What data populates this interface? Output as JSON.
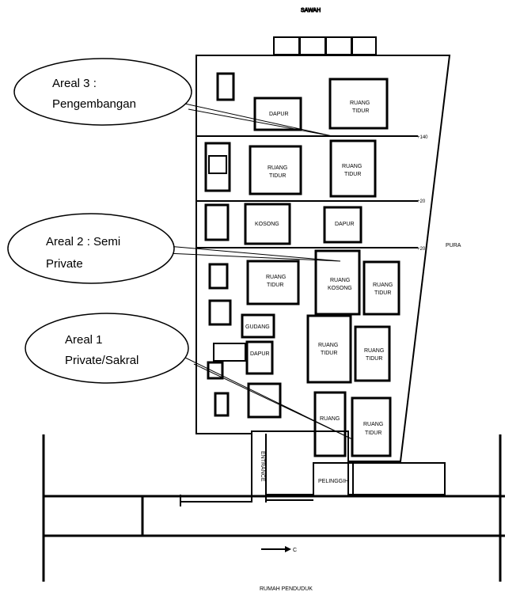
{
  "labels": {
    "top": "SAWAH",
    "bottom": "RUMAH PENDUDUK",
    "right": "PURA",
    "entrance": "ENTRANCE",
    "north_arrow": "C"
  },
  "levels": {
    "level_1": "+140",
    "level_2": "+20",
    "level_3": "+20"
  },
  "rooms": {
    "dapur_top": "DAPUR",
    "ruang_tidur_top_label": "RUANG",
    "ruang_tidur_top_label2": "TIDUR",
    "ruang_tidur_2a": "RUANG",
    "ruang_tidur_2b": "TIDUR",
    "ruang_tidur_3a": "RUANG",
    "ruang_tidur_3b": "TIDUR",
    "kosong_1": "KOSONG",
    "dapur_2": "DAPUR",
    "ruang_tidur_4a": "RUANG",
    "ruang_tidur_4b": "TIDUR",
    "ruang_kosong_a": "RUANG",
    "ruang_kosong_b": "KOSONG",
    "ruang_tidur_5a": "RUANG",
    "ruang_tidur_5b": "TIDUR",
    "gudang": "GUDANG",
    "ruang_tidur_6a": "RUANG",
    "ruang_tidur_6b": "TIDUR",
    "ruang_tidur_7a": "RUANG",
    "ruang_tidur_7b": "TIDUR",
    "dapur_3": "DAPUR",
    "ruang_8a": "RUANG",
    "ruang_tidur_9a": "RUANG",
    "ruang_tidur_9b": "TIDUR",
    "pelinggih": "PELINGGIH"
  },
  "callouts": {
    "areal_3_line1": "Areal  3 :",
    "areal_3_line2": "Pengembangan",
    "areal_2_line1": "Areal 2 : Semi",
    "areal_2_line2": "Private",
    "areal_1_line1": "Areal 1",
    "areal_1_line2": "Private/Sakral"
  }
}
